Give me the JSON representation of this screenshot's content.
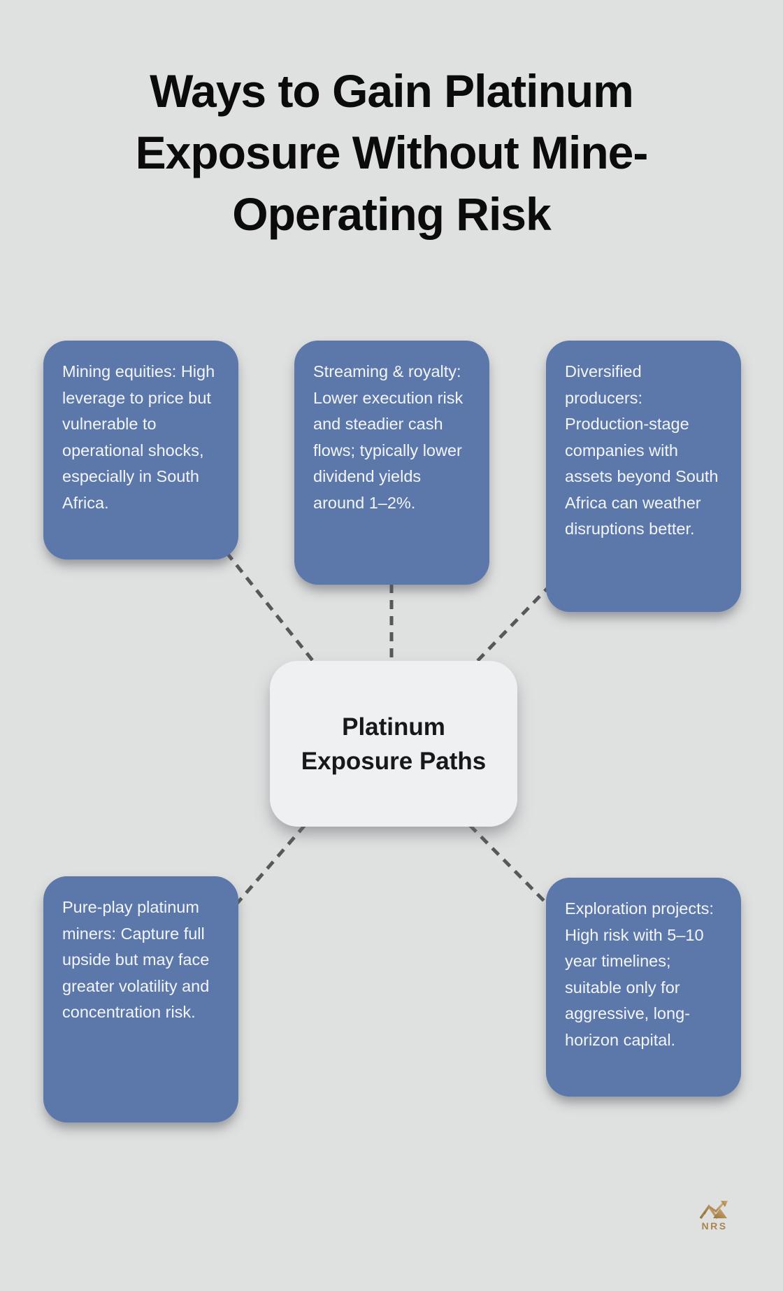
{
  "title": {
    "full": "Ways to Gain Platinum Exposure Without Mine-Operating Risk",
    "lines": [
      "Ways to Gain Platinum",
      "Exposure Without Mine-",
      "Operating Risk"
    ]
  },
  "center": {
    "full": "Platinum Exposure Paths",
    "lines": [
      "Platinum",
      "Exposure Paths"
    ]
  },
  "nodes": [
    {
      "id": "mining-equities",
      "text": "Mining equities: High leverage to price but vulnerable to operational shocks, especially in South Africa."
    },
    {
      "id": "streaming-royalty",
      "text": "Streaming & royalty: Lower execution risk and steadier cash flows; typically lower dividend yields around 1–2%."
    },
    {
      "id": "diversified-producers",
      "text": "Diversified producers: Production-stage companies with assets beyond South Africa can weather disruptions better."
    },
    {
      "id": "pure-play-miners",
      "text": "Pure-play platinum miners: Capture full upside but may face greater volatility and concentration risk."
    },
    {
      "id": "exploration-projects",
      "text": "Exploration projects: High risk with 5–10 year timelines; suitable only for aggressive, long-horizon capital."
    }
  ],
  "logo": {
    "text": "NRS"
  },
  "colors": {
    "background": "#dfe1e1",
    "node_fill": "#5c77a9",
    "node_text": "#f3f6f9",
    "center_fill": "#eef0f2",
    "center_text": "#17181c",
    "connector": "#57585a",
    "title_text": "#0b0b0b",
    "logo_gold": "#ab8551"
  }
}
